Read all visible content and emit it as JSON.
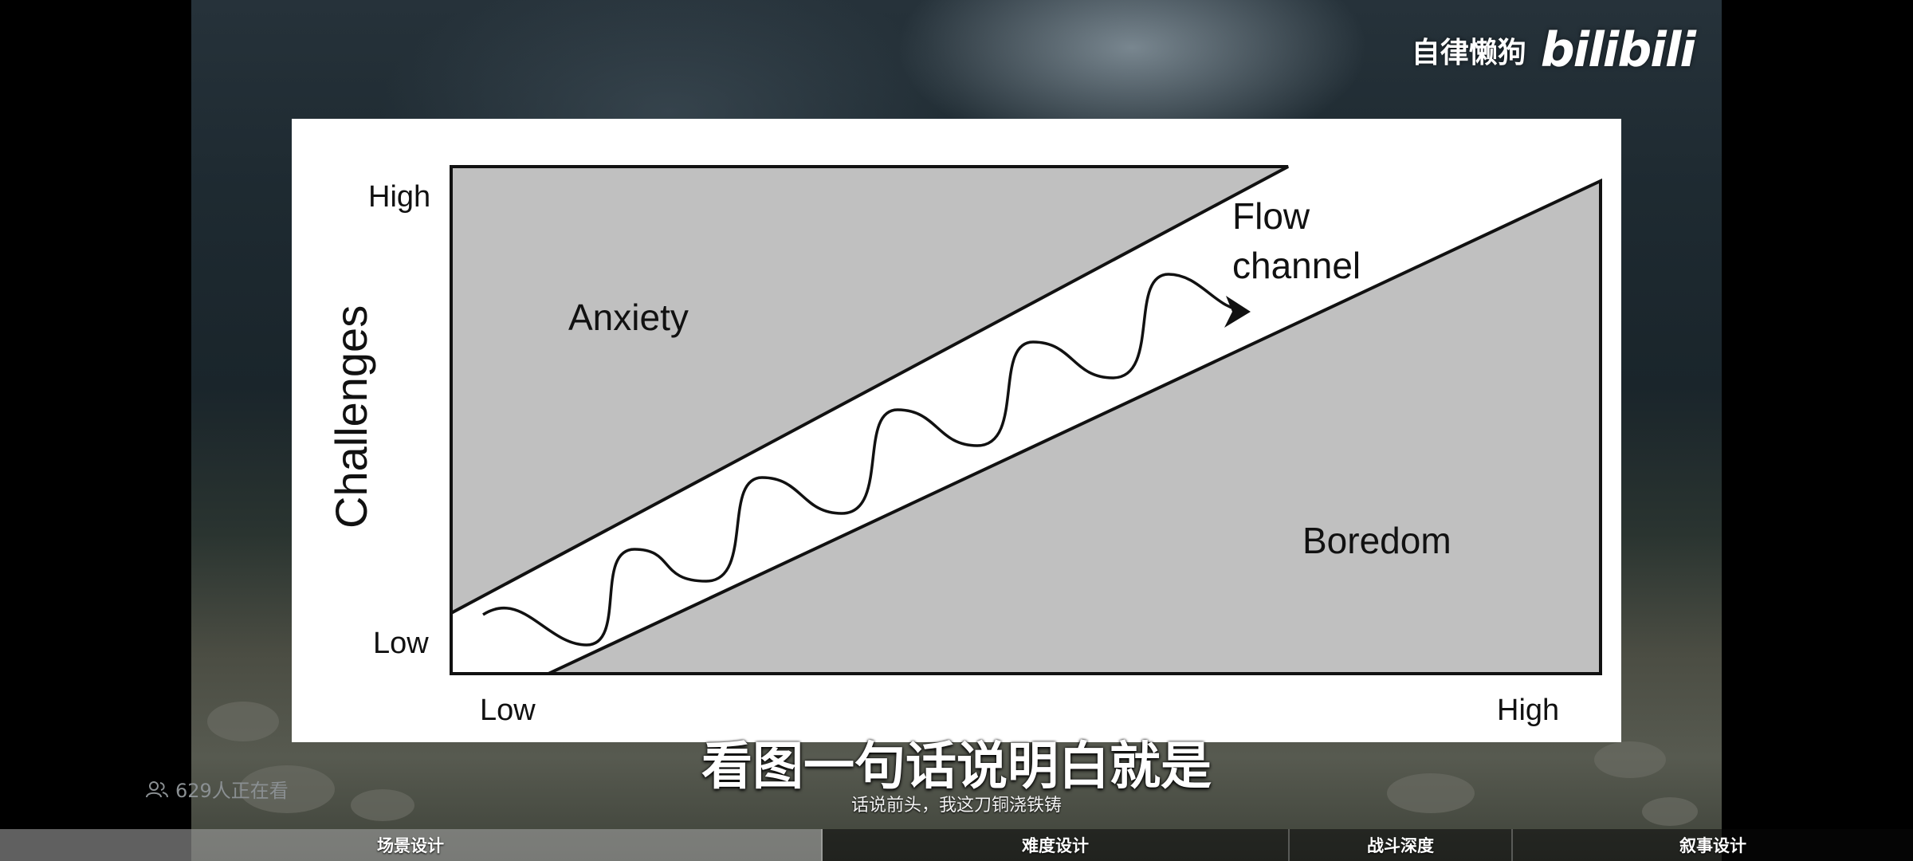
{
  "watermark": {
    "uploader": "自律懒狗",
    "logo_text": "bilibili"
  },
  "slide": {
    "y_axis_label": "Challenges",
    "y_high": "High",
    "y_low": "Low",
    "x_low": "Low",
    "x_high": "High",
    "region_anxiety": "Anxiety",
    "region_boredom": "Boredom",
    "flow_line1": "Flow",
    "flow_line2": "channel",
    "colors": {
      "region_fill": "#c0c0c0",
      "stroke": "#111111"
    }
  },
  "subtitles": {
    "main": "看图一句话说明白就是",
    "secondary": "话说前头，我这刀铜浇铁铸"
  },
  "viewers": {
    "text": "629人正在看",
    "icon": "people-icon"
  },
  "chapters": [
    {
      "label": "场景设计",
      "state": "watched"
    },
    {
      "label": "难度设计",
      "state": "current"
    },
    {
      "label": "战斗深度",
      "state": "upcoming"
    },
    {
      "label": "叙事设计",
      "state": "upcoming"
    }
  ],
  "chapter_progress": 0.43
}
